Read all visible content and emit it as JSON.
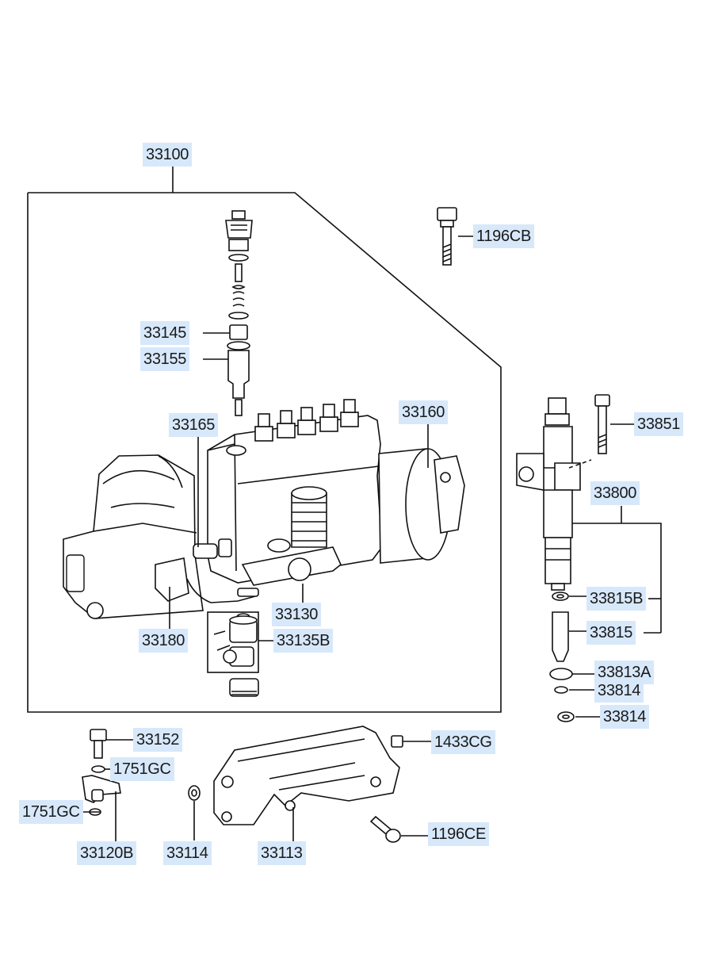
{
  "diagram": {
    "callouts": {
      "c33100": "33100",
      "c1196CB": "1196CB",
      "c33145": "33145",
      "c33155": "33155",
      "c33160": "33160",
      "c33165": "33165",
      "c33851": "33851",
      "c33800": "33800",
      "c33130": "33130",
      "c33815B": "33815B",
      "c33180": "33180",
      "c33135B": "33135B",
      "c33815": "33815",
      "c33813A": "33813A",
      "c33814a": "33814",
      "c33814b": "33814",
      "c33152": "33152",
      "c1433CG": "1433CG",
      "c1751GCa": "1751GC",
      "c1751GCb": "1751GC",
      "c1196CE": "1196CE",
      "c33120B": "33120B",
      "c33114": "33114",
      "c33113": "33113"
    }
  }
}
